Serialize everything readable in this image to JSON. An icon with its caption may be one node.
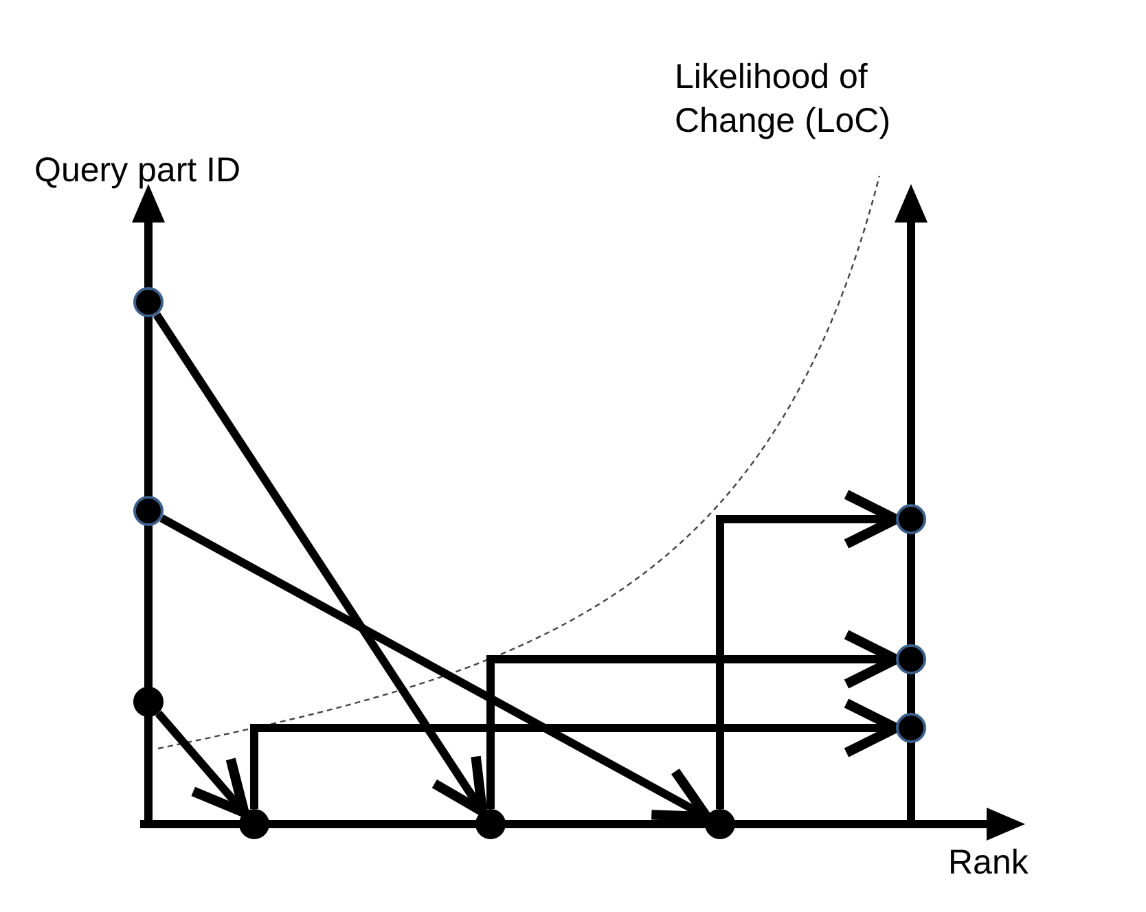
{
  "diagram": {
    "nodes": [
      {
        "text": [],
        "shape": "circle"
      },
      {
        "text": [],
        "shape": "circle"
      },
      {
        "text": [],
        "shape": "circle"
      },
      {
        "text": [],
        "shape": "circle"
      },
      {
        "text": [],
        "shape": "circle"
      },
      {
        "text": [],
        "shape": "circle"
      },
      {
        "text": [],
        "shape": "circle"
      },
      {
        "text": [],
        "shape": "circle"
      },
      {
        "text": [],
        "shape": "circle"
      }
    ],
    "edges": [
      {
        "from": 0,
        "to": 4,
        "arrow": "to"
      },
      {
        "from": 1,
        "to": 5,
        "arrow": "to"
      },
      {
        "from": 2,
        "to": 3,
        "arrow": "to"
      },
      {
        "from": 3,
        "to": 8,
        "arrow": "to"
      },
      {
        "from": 4,
        "to": 7,
        "arrow": "to"
      },
      {
        "from": 5,
        "to": 6,
        "arrow": "to"
      }
    ],
    "labels": [
      "Likelihood of Change (LoC)",
      "Query part ID",
      "Rank"
    ]
  }
}
